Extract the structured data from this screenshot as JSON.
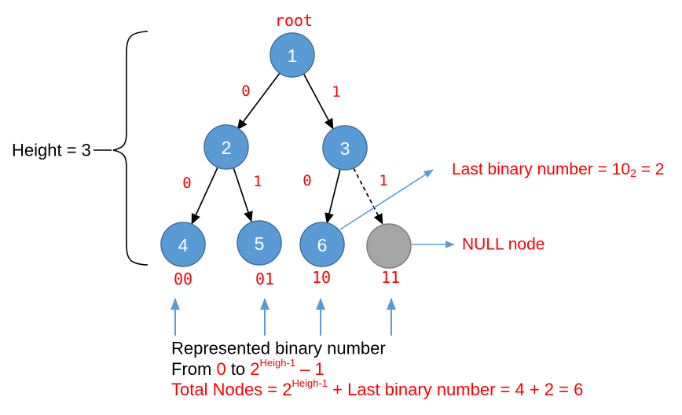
{
  "title": "Binary tree height and binary-number representation diagram",
  "colors": {
    "node_fill": "#5b9bd5",
    "node_stroke": "#41719c",
    "null_fill": "#a6a6a6",
    "null_stroke": "#7f7f7f",
    "red_text": "#ff0000",
    "blue_arrow": "#5b9bd5",
    "black": "#000000"
  },
  "tree": {
    "root_caption": "root",
    "nodes": [
      {
        "label": "1"
      },
      {
        "label": "2"
      },
      {
        "label": "3"
      },
      {
        "label": "4"
      },
      {
        "label": "5"
      },
      {
        "label": "6"
      },
      {
        "label": ""
      }
    ],
    "edge_labels": [
      "0",
      "1",
      "0",
      "1",
      "0",
      "1"
    ]
  },
  "binary_labels": [
    "00",
    "01",
    "10",
    "11"
  ],
  "height_label": "Height = 3",
  "annotations": {
    "last_binary": {
      "prefix": "Last binary number = 10",
      "sub": "2",
      "suffix": " = 2"
    },
    "null_node": "NULL node"
  },
  "bottom": {
    "line1": "Represented binary number",
    "line2": {
      "from": "From ",
      "zero": "0",
      "to": " to ",
      "base": "2",
      "sup": "Heigh-1",
      "rest": " – 1"
    },
    "line3": {
      "start": "Total Nodes = 2",
      "sup": "Heigh-1",
      "rest": " + Last binary number = 4 + 2 = 6"
    }
  }
}
